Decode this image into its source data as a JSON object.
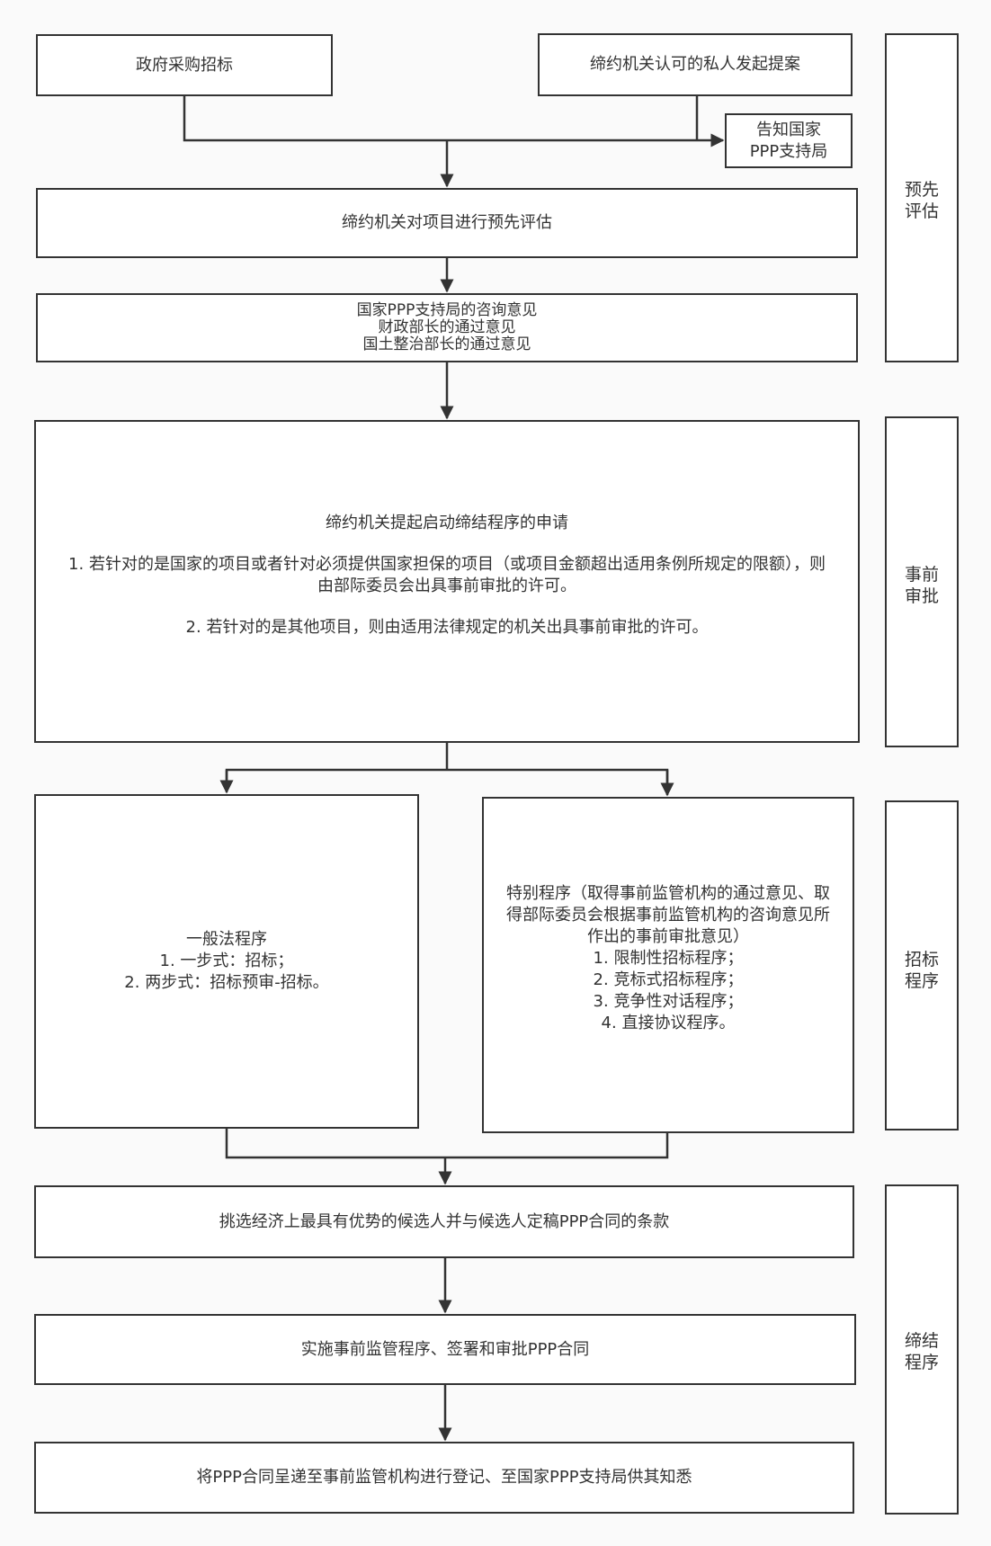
{
  "boxes": {
    "gov_procurement": "政府采购招标",
    "private_proposal": "缔约机关认可的私人发起提案",
    "notify": [
      "告知国家",
      "PPP支持局"
    ],
    "pre_assessment": "缔约机关对项目进行预先评估",
    "opinions": [
      "国家PPP支持局的咨询意见",
      "财政部长的通过意见",
      "国土整治部长的通过意见"
    ],
    "application": {
      "title": "缔约机关提起启动缔结程序的申请",
      "item1": "1. 若针对的是国家的项目或者针对必须提供国家担保的项目（或项目金额超出适用条例所规定的限额），则由部际委员会出具事前审批的许可。",
      "item2": "2. 若针对的是其他项目，则由适用法律规定的机关出具事前审批的许可。"
    },
    "general_procedure": [
      "一般法程序",
      "1. 一步式：招标；",
      "2. 两步式：招标预审-招标。"
    ],
    "special_procedure": [
      "特别程序（取得事前监管机构的通过意见、取得部际委员会根据事前监管机构的咨询意见所作出的事前审批意见）",
      "1. 限制性招标程序；",
      "2. 竞标式招标程序；",
      "3. 竞争性对话程序；",
      "4. 直接协议程序。"
    ],
    "select_candidate": "挑选经济上最具有优势的候选人并与候选人定稿PPP合同的条款",
    "sign_contract": "实施事前监管程序、签署和审批PPP合同",
    "submit_contract": "将PPP合同呈递至事前监管机构进行登记、至国家PPP支持局供其知悉"
  },
  "phases": {
    "pre_evaluation": [
      "预先",
      "评估"
    ],
    "prior_approval": [
      "事前",
      "审批"
    ],
    "tender_procedure": [
      "招标",
      "程序"
    ],
    "conclusion_procedure": [
      "缔结",
      "程序"
    ]
  },
  "colors": {
    "stroke": "#333333",
    "box_fill": "#ffffff",
    "background": "#fafafa"
  }
}
